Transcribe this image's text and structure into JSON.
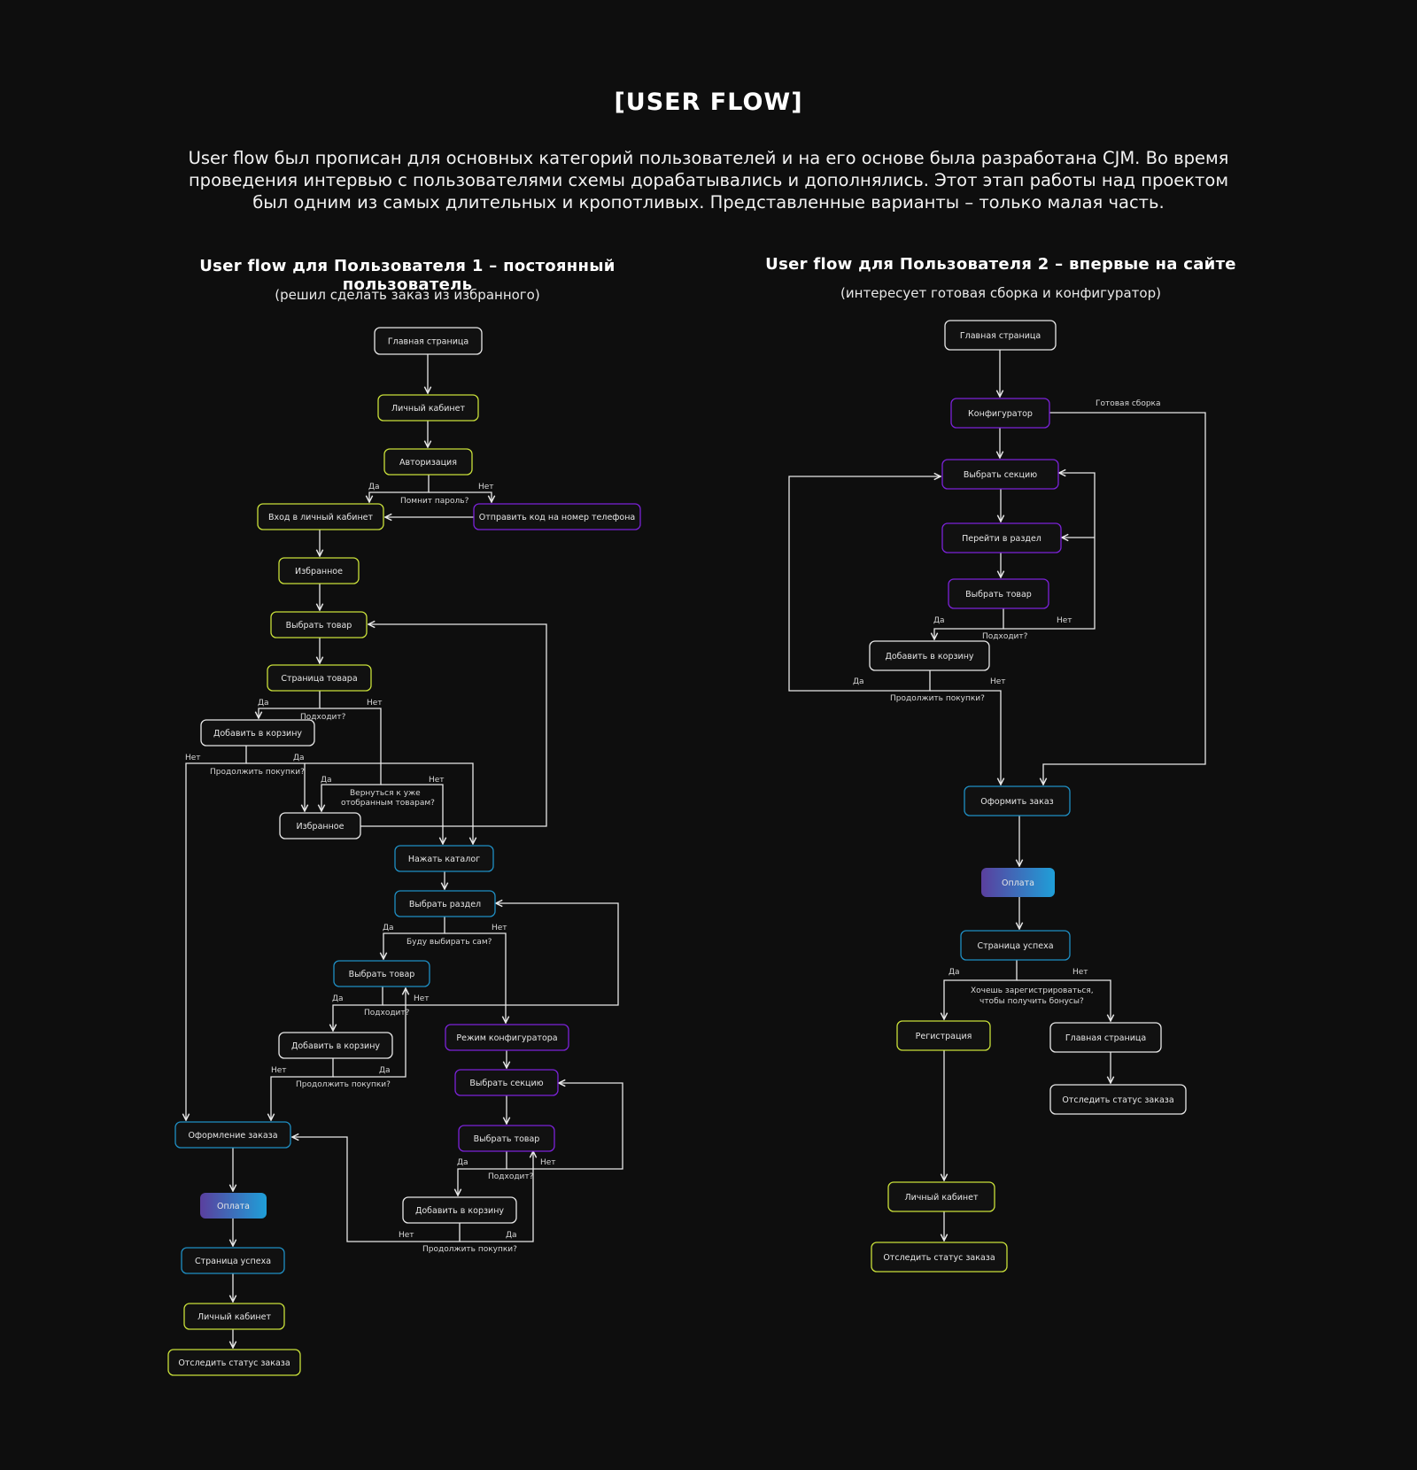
{
  "title": "[USER FLOW]",
  "intro": "User flow был прописан для основных категорий пользователей и на его основе была разработана CJM. Во время проведения интервью с пользователями схемы дорабатывались и дополнялись. Этот этап работы над проектом был одним из самых длительных и кропотливых. Представленные варианты – только малая часть.",
  "user1": {
    "title": "User flow для Пользователя 1 – постоянный пользователь",
    "subtitle": "(решил сделать заказ из избранного)"
  },
  "user2": {
    "title": "User flow для Пользователя 2 – впервые на сайте",
    "subtitle": "(интересует готовая сборка и конфигуратор)"
  },
  "colors": {
    "white": "#e8e8e8",
    "lime": "#c9e03a",
    "cyan": "#1f8fc4",
    "purple": "#7b22d8",
    "gradient_start": "#5a3f9e",
    "gradient_end": "#1f9fd8"
  },
  "nodes": [
    {
      "id": "u1_main",
      "text": "Главная страница",
      "color": "white"
    },
    {
      "id": "u1_cab",
      "text": "Личный кабинет",
      "color": "lime"
    },
    {
      "id": "u1_auth",
      "text": "Авторизация",
      "color": "lime"
    },
    {
      "id": "u1_login",
      "text": "Вход в личный кабинет",
      "color": "lime"
    },
    {
      "id": "u1_code",
      "text": "Отправить код на номер телефона",
      "color": "purple"
    },
    {
      "id": "u1_fav",
      "text": "Избранное",
      "color": "lime"
    },
    {
      "id": "u1_pick",
      "text": "Выбрать товар",
      "color": "lime"
    },
    {
      "id": "u1_ppage",
      "text": "Страница товара",
      "color": "lime"
    },
    {
      "id": "u1_cart1",
      "text": "Добавить в корзину",
      "color": "white"
    },
    {
      "id": "u1_fav2",
      "text": "Избранное",
      "color": "white"
    },
    {
      "id": "u1_catalog",
      "text": "Нажать каталог",
      "color": "cyan"
    },
    {
      "id": "u1_section",
      "text": "Выбрать раздел",
      "color": "cyan"
    },
    {
      "id": "u1_pick2",
      "text": "Выбрать товар",
      "color": "cyan"
    },
    {
      "id": "u1_cart2",
      "text": "Добавить в корзину",
      "color": "white"
    },
    {
      "id": "u1_cfgmode",
      "text": "Режим конфигуратора",
      "color": "purple"
    },
    {
      "id": "u1_sect2",
      "text": "Выбрать секцию",
      "color": "purple"
    },
    {
      "id": "u1_pick3",
      "text": "Выбрать товар",
      "color": "purple"
    },
    {
      "id": "u1_cart3",
      "text": "Добавить в корзину",
      "color": "white"
    },
    {
      "id": "u1_order",
      "text": "Оформление заказа",
      "color": "cyan"
    },
    {
      "id": "u1_pay",
      "text": "Оплата",
      "color": "gradient"
    },
    {
      "id": "u1_success",
      "text": "Страница успеха",
      "color": "cyan"
    },
    {
      "id": "u1_cab2",
      "text": "Личный кабинет",
      "color": "lime"
    },
    {
      "id": "u1_track",
      "text": "Отследить статус заказа",
      "color": "lime"
    },
    {
      "id": "u2_main",
      "text": "Главная страница",
      "color": "white"
    },
    {
      "id": "u2_cfg",
      "text": "Конфигуратор",
      "color": "purple"
    },
    {
      "id": "u2_sect",
      "text": "Выбрать секцию",
      "color": "purple"
    },
    {
      "id": "u2_goto",
      "text": "Перейти в раздел",
      "color": "purple"
    },
    {
      "id": "u2_pick",
      "text": "Выбрать товар",
      "color": "purple"
    },
    {
      "id": "u2_cart",
      "text": "Добавить в корзину",
      "color": "white"
    },
    {
      "id": "u2_order",
      "text": "Оформить заказ",
      "color": "cyan"
    },
    {
      "id": "u2_pay",
      "text": "Оплата",
      "color": "gradient"
    },
    {
      "id": "u2_success",
      "text": "Страница успеха",
      "color": "cyan"
    },
    {
      "id": "u2_reg",
      "text": "Регистрация",
      "color": "lime"
    },
    {
      "id": "u2_main2",
      "text": "Главная страница",
      "color": "white"
    },
    {
      "id": "u2_track",
      "text": "Отследить статус заказа",
      "color": "white"
    },
    {
      "id": "u2_cab",
      "text": "Личный кабинет",
      "color": "lime"
    },
    {
      "id": "u2_track2",
      "text": "Отследить статус заказа",
      "color": "lime"
    }
  ],
  "labels": {
    "yes": "Да",
    "no": "Нет",
    "remember_password": "Помнит пароль?",
    "fits": "Подходит?",
    "continue_shopping": "Продолжить покупки?",
    "return_fav_1": "Вернуться к уже",
    "return_fav_2": "отобранным товарам?",
    "choose_self": "Буду выбирать сам?",
    "ready_build": "Готовая сборка",
    "want_register_1": "Хочешь зарегистрироваться,",
    "want_register_2": "чтобы получить бонусы?"
  }
}
